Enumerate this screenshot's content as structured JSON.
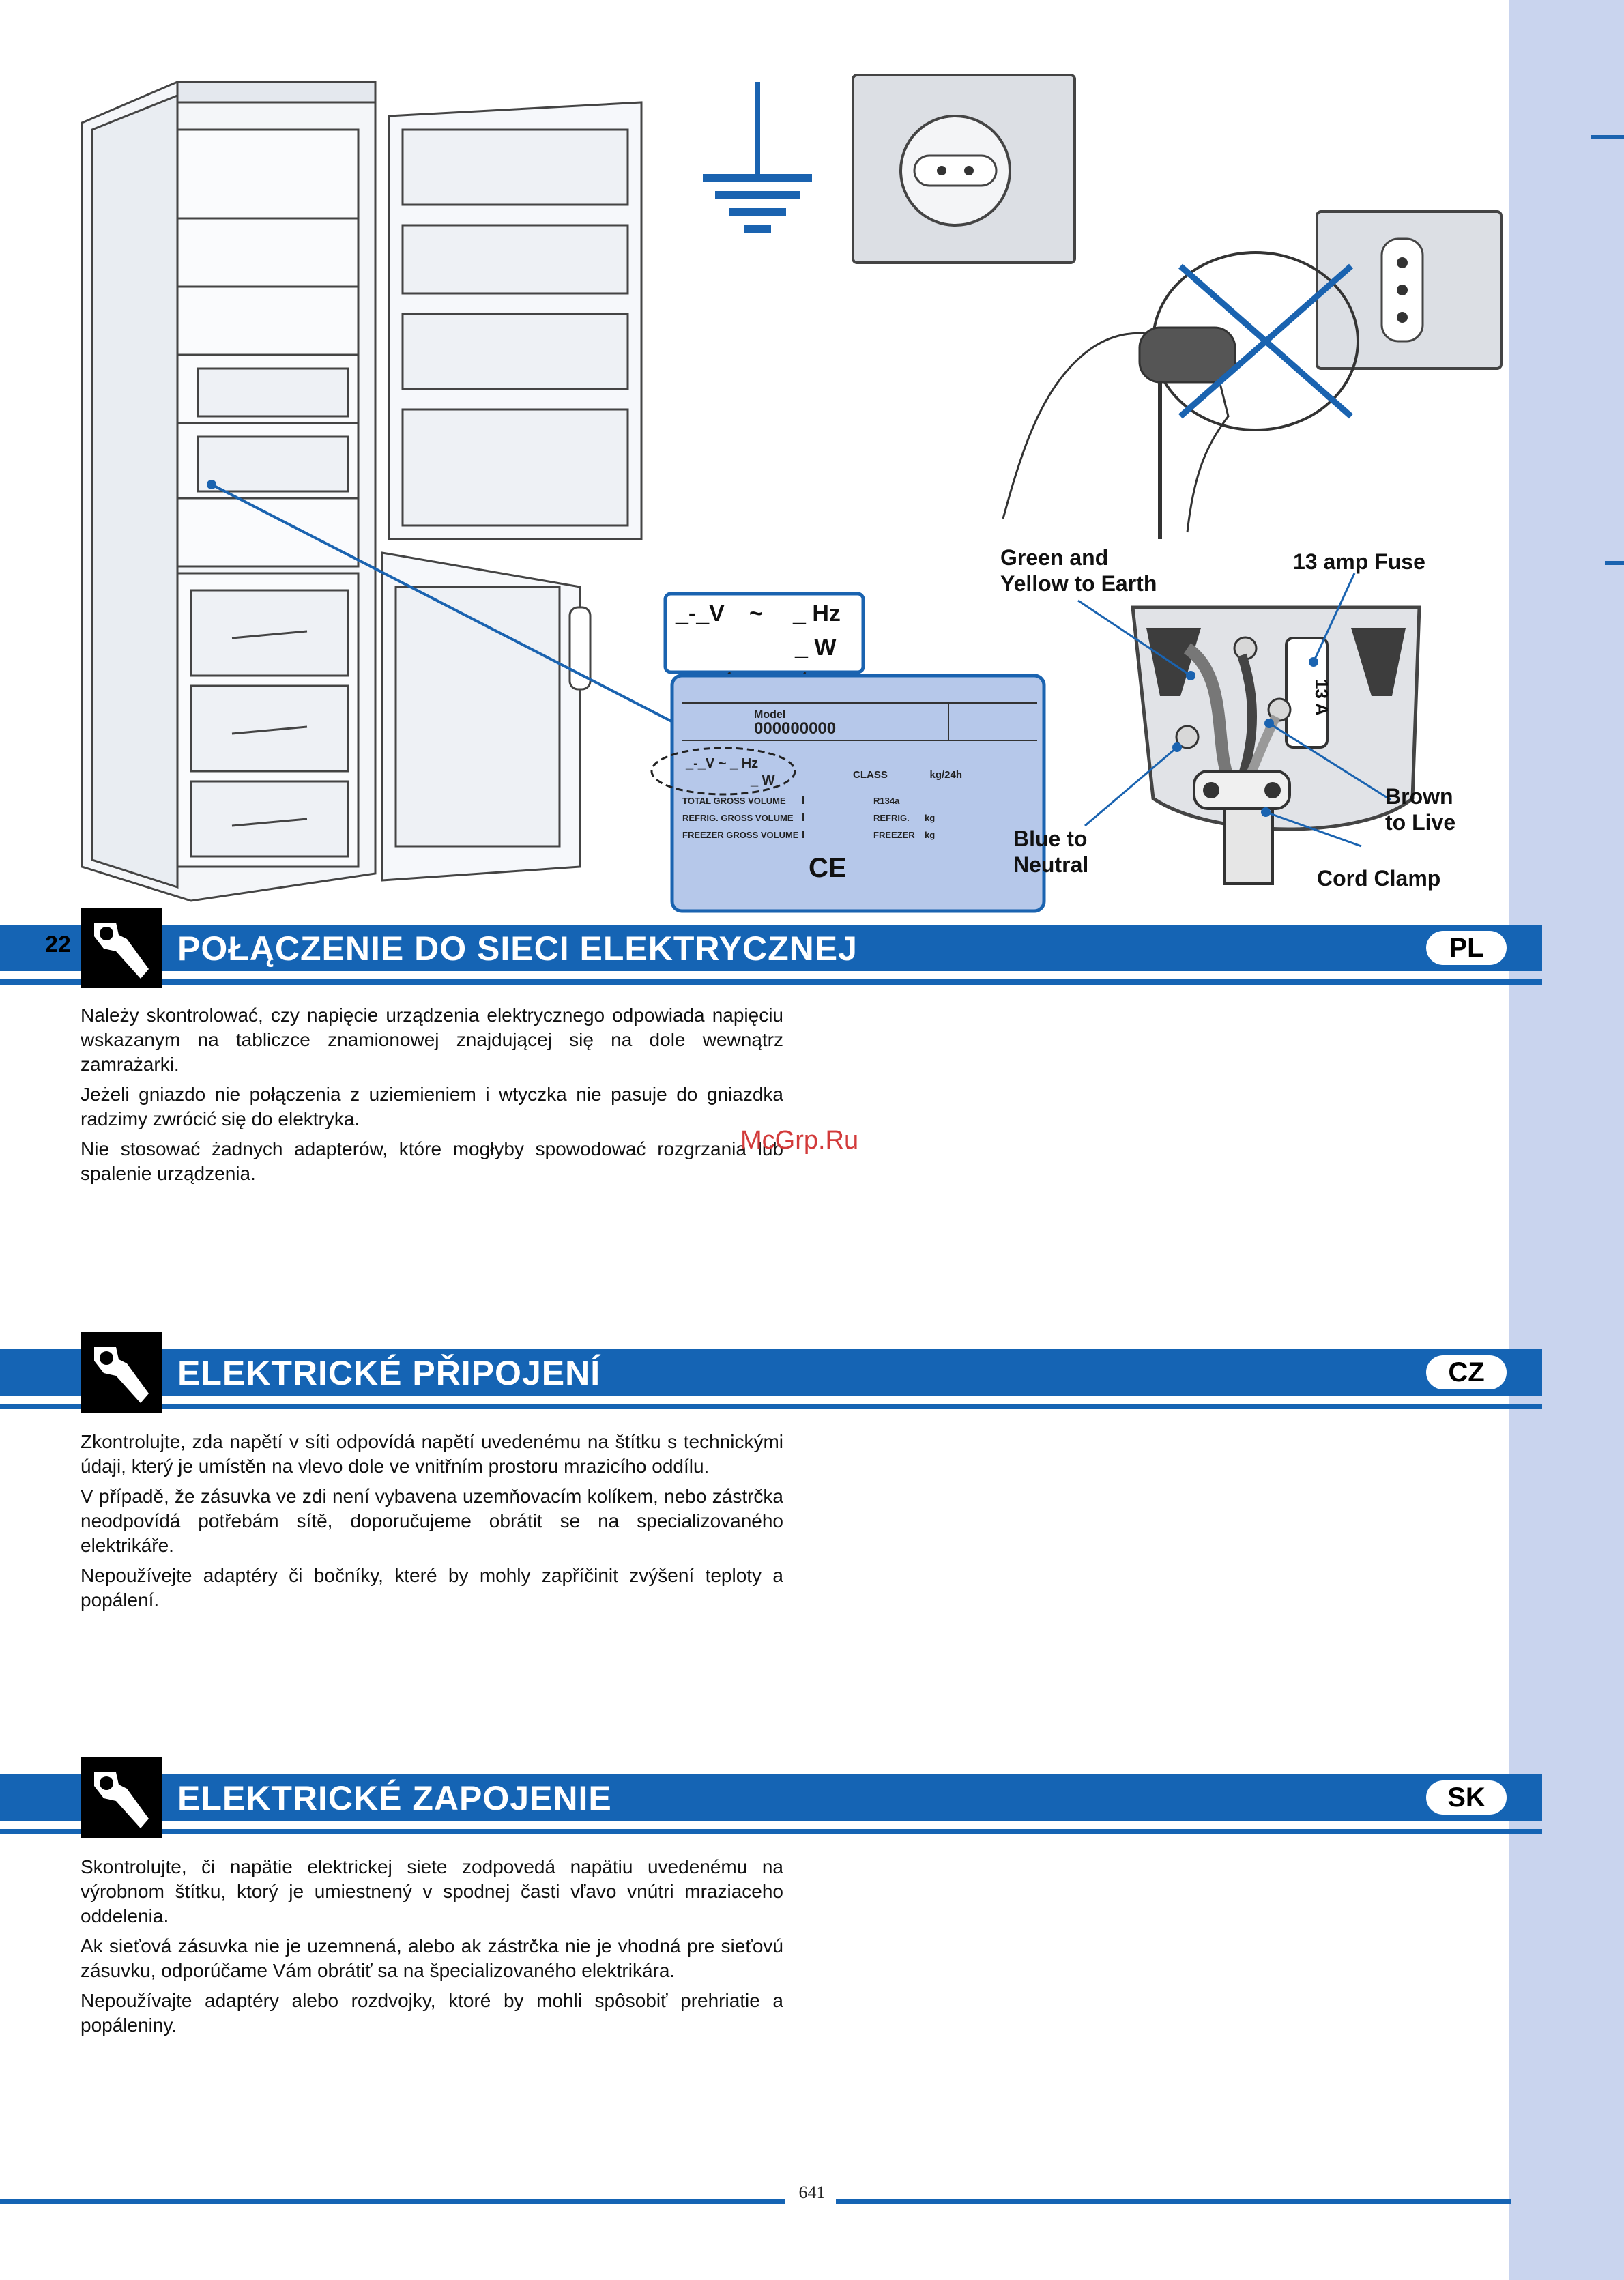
{
  "page_number": "641",
  "watermark": "McGrp.Ru",
  "diagram": {
    "rating_plate_zoom": {
      "voltage": "_-_V",
      "tilde": "~",
      "hz": "_ Hz",
      "watt": "_ W"
    },
    "rating_plate": {
      "model_label": "Model",
      "serial": "000000000",
      "voltage": "_-_V  ~  _ Hz",
      "watt": "_ W",
      "class_label": "CLASS",
      "energy": "_ kg/24h",
      "rows": [
        {
          "label": "TOTAL GROSS VOLUME",
          "value": "l _",
          "right_label": "R134a",
          "right_value": ""
        },
        {
          "label": "REFRIG. GROSS VOLUME",
          "value": "l _",
          "right_label": "REFRIG.",
          "right_value": "kg _"
        },
        {
          "label": "FREEZER GROSS VOLUME",
          "value": "l _",
          "right_label": "FREEZER",
          "right_value": "kg _"
        }
      ],
      "ce": "CE"
    },
    "plug_labels": {
      "earth": "Green and Yellow to Earth",
      "fuse": "13 amp Fuse",
      "fuse_marking": "13 A",
      "live": "Brown to Live",
      "neutral": "Blue to Neutral",
      "clamp": "Cord Clamp"
    }
  },
  "sections": [
    {
      "page_left": "22",
      "title": "POŁĄCZENIE DO SIECI ELEKTRYCZNEJ",
      "lang": "PL",
      "paragraphs": [
        "Należy skontrolować, czy napięcie urządzenia elektrycznego odpowiada napięciu wskazanym na tabliczce znamionowej znajdującej się na dole wewnątrz zamrażarki.",
        "Jeżeli gniazdo nie połączenia z uziemieniem i wtyczka nie pasuje do gniazdka radzimy zwrócić się do elektryka.",
        "Nie stosować żadnych adapterów, które mogłyby spowodować rozgrzania lub spalenie urządzenia."
      ]
    },
    {
      "page_left": "",
      "title": "ELEKTRICKÉ PŘIPOJENÍ",
      "lang": "CZ",
      "paragraphs": [
        "Zkontrolujte, zda napětí v síti odpovídá napětí uvedenému na štítku s technickými údaji, který je umístěn na vlevo dole ve vnitřním prostoru mrazicího oddílu.",
        "V případě, že zásuvka ve zdi není vybavena uzemňovacím kolíkem, nebo zástrčka neodpovídá potřebám sítě, doporučujeme obrátit se na specializovaného elektrikáře.",
        "Nepoužívejte adaptéry či bočníky, které by mohly zapříčinit zvýšení teploty a popálení."
      ]
    },
    {
      "page_left": "",
      "title": "ELEKTRICKÉ ZAPOJENIE",
      "lang": "SK",
      "paragraphs": [
        "Skontrolujte, či napätie elektrickej siete zodpovedá napätiu uvedenému na výrobnom štítku, ktorý je umiestnený v spodnej časti vľavo vnútri mraziaceho oddelenia.",
        "Ak sieťová zásuvka nie je uzemnená, alebo ak zástrčka nie je vhodná pre sieťovú zásuvku, odporúčame Vám obrátiť sa na špecializovaného elektrikára.",
        "Nepoužívajte adaptéry alebo rozdvojky, ktoré by mohli spôsobiť prehriatie a popáleniny."
      ]
    }
  ]
}
